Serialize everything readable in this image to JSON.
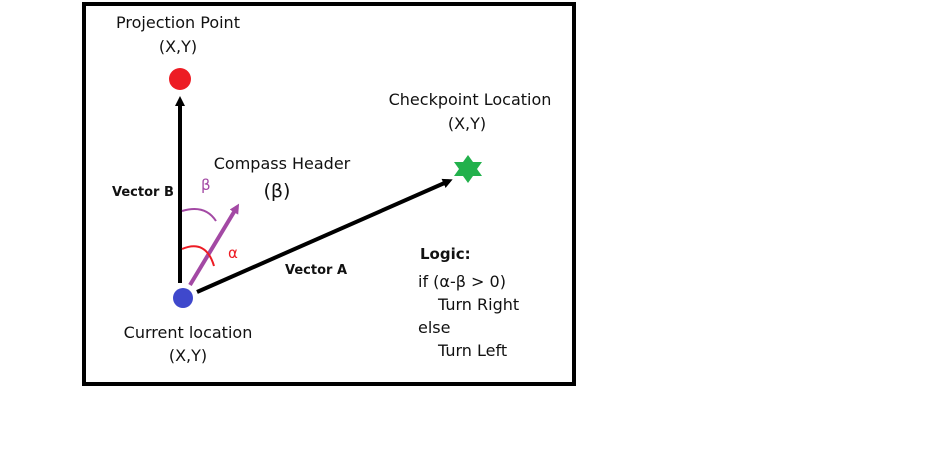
{
  "colors": {
    "frame": "#000000",
    "projection_point": "#ed1c24",
    "current_location": "#3f48cc",
    "checkpoint": "#22b14c",
    "compass_arrow": "#a349a4",
    "alpha_arc": "#ed1c24"
  },
  "labels": {
    "projection_title": "Projection Point",
    "projection_xy": "(X,Y)",
    "checkpoint_title": "Checkpoint Location",
    "checkpoint_xy": "(X,Y)",
    "compass_title": "Compass Header",
    "compass_symbol": "(β)",
    "current_title": "Current location",
    "current_xy": "(X,Y)",
    "vector_b": "Vector B",
    "vector_a": "Vector A",
    "beta": "β",
    "alpha": "α"
  },
  "logic": {
    "heading": "Logic:",
    "line1": "if (α-β > 0)",
    "line2": "Turn Right",
    "line3": "else",
    "line4": "Turn Left"
  },
  "icons": {
    "projection_marker": "red-dot",
    "current_marker": "blue-dot",
    "checkpoint_marker": "green-star"
  }
}
